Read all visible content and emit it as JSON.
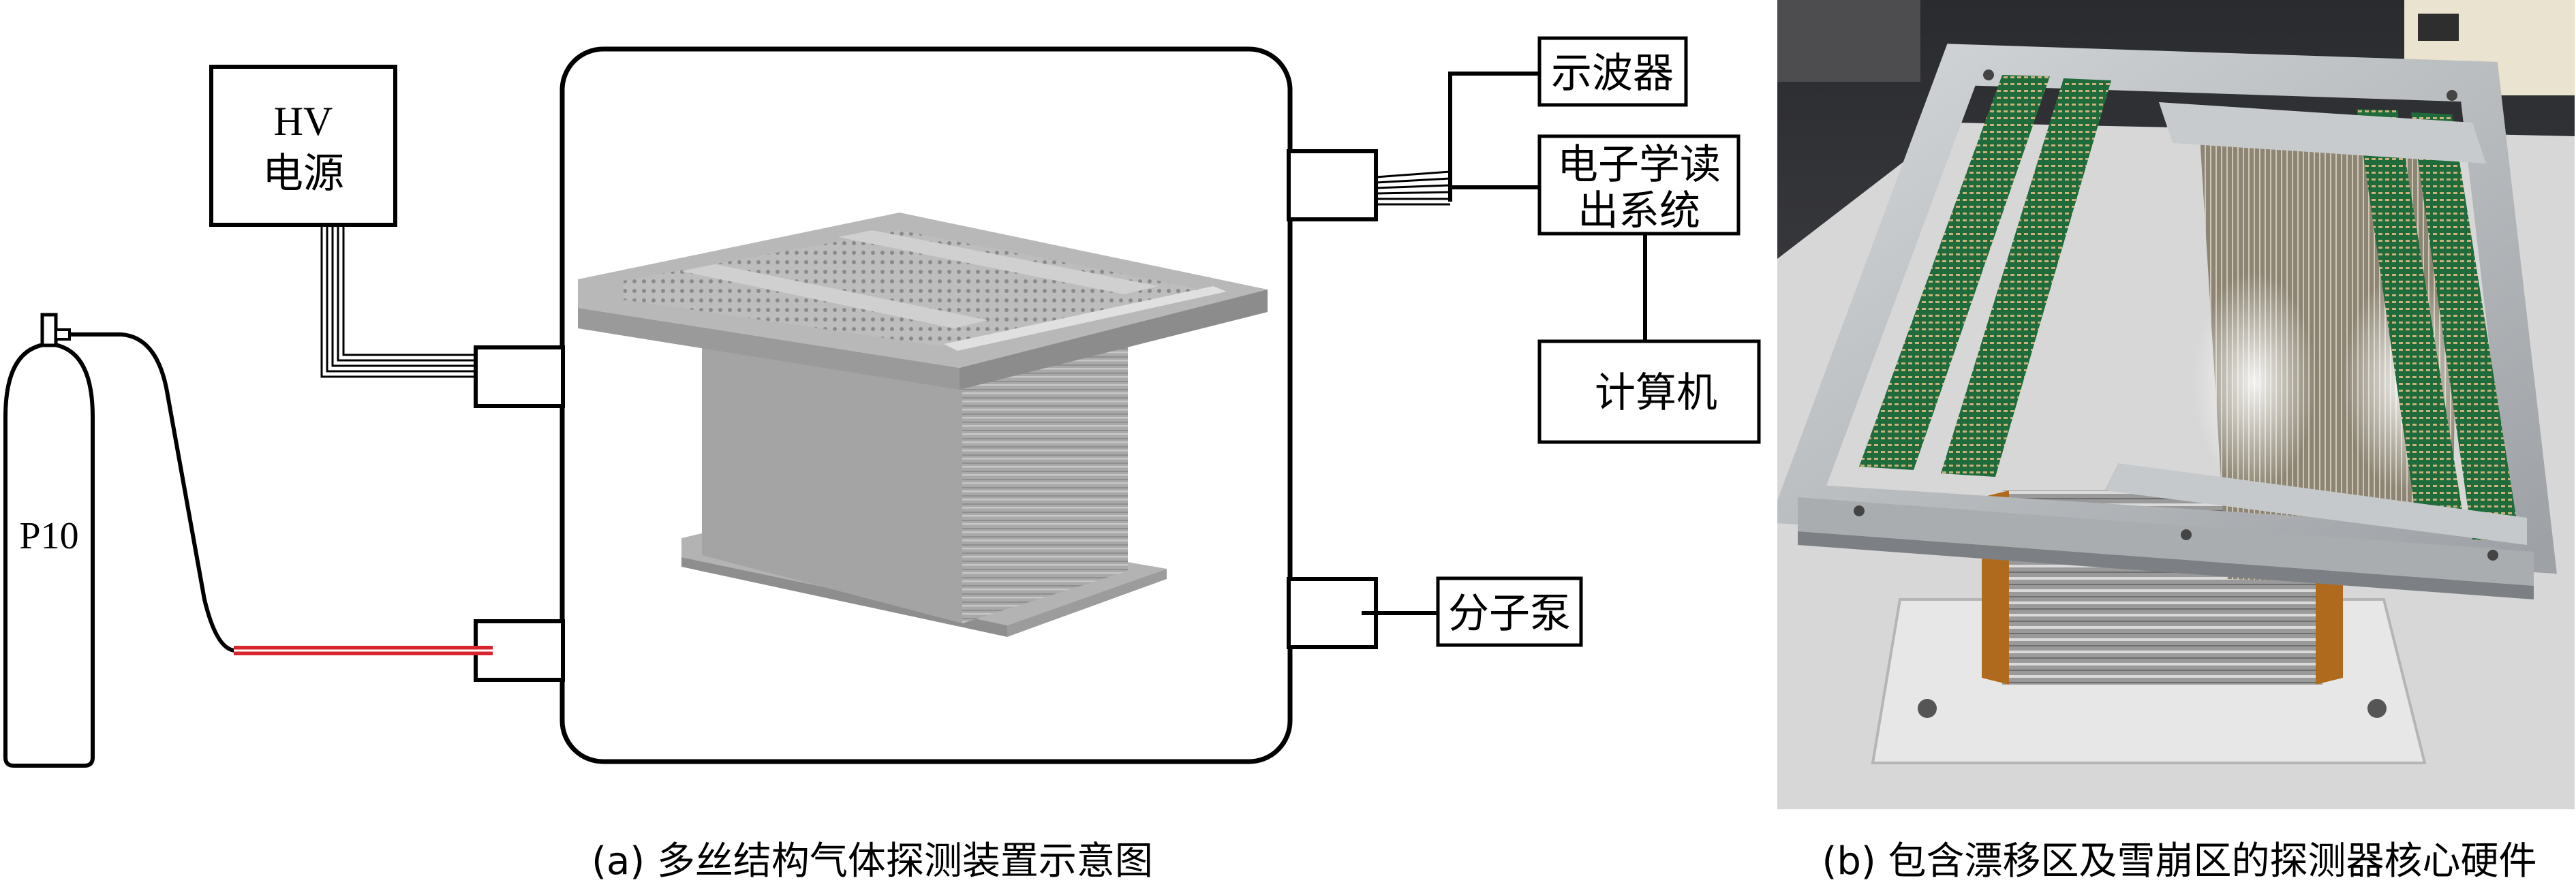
{
  "figure_a": {
    "hv_line1": "HV",
    "hv_line2": "电源",
    "gas_label": "P10",
    "oscilloscope": "示波器",
    "electronics_line1": "电子学读",
    "electronics_line2": "出系统",
    "computer": "计算机",
    "pump": "分子泵",
    "caption": "(a) 多丝结构气体探测装置示意图"
  },
  "figure_b": {
    "caption": "(b) 包含漂移区及雪崩区的探测器核心硬件"
  },
  "colors": {
    "line": "#000000",
    "gas_pipe": "#d8262e",
    "detector_gray": "#a8a8a8",
    "pcb_green": "#1f6b3c",
    "frame_metal": "#b9bcbf"
  }
}
